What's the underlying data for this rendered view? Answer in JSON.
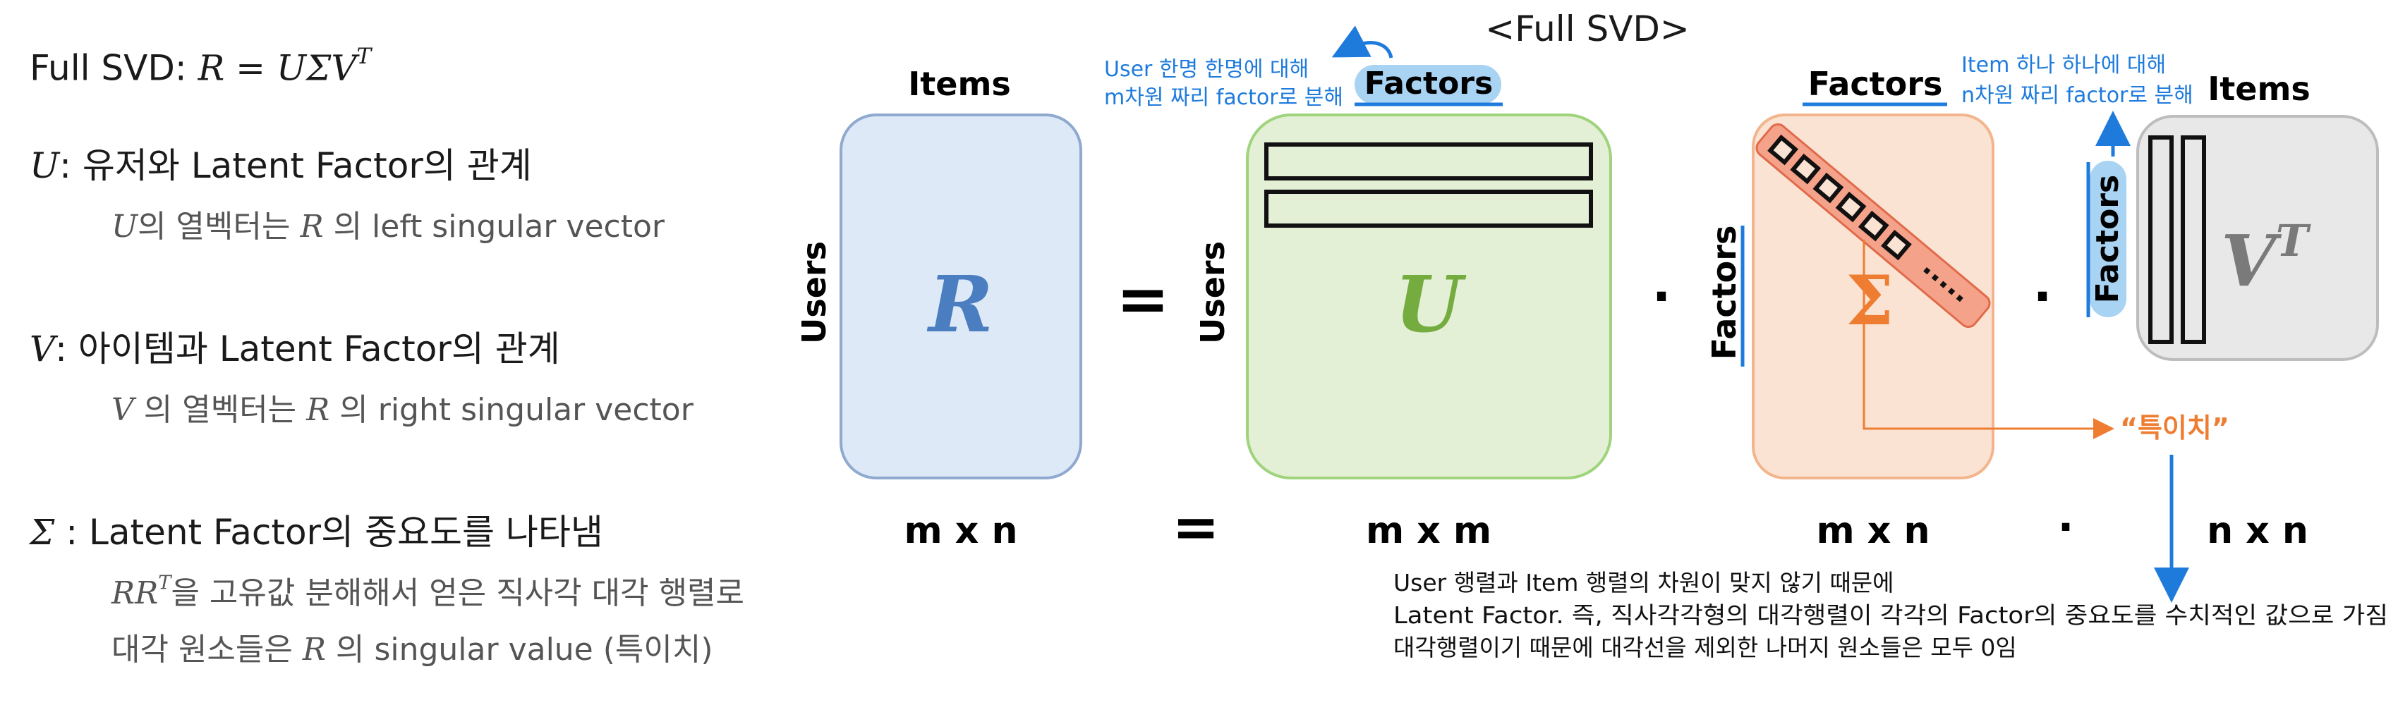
{
  "left": {
    "full_svd_prefix": "Full SVD: ",
    "full_svd_formula": "R = UΣV",
    "full_svd_sup": "T",
    "u_symbol": "U",
    "u_title": ": 유저와 Latent Factor의 관계",
    "u_desc_symbol": "U",
    "u_desc_mid": "의 열벡터는 ",
    "u_desc_r": "R",
    "u_desc_end": " 의 left singular vector",
    "v_symbol": "V",
    "v_title": ": 아이템과 Latent Factor의 관계",
    "v_desc_symbol": "V",
    "v_desc_mid": " 의 열벡터는 ",
    "v_desc_r": "R",
    "v_desc_end": " 의 right singular vector",
    "sigma_symbol": "Σ",
    "sigma_title": " : Latent Factor의 중요도를 나타냄",
    "sigma_desc1_math": "RR",
    "sigma_desc1_sup": "T",
    "sigma_desc1_text": "을 고유값 분해해서 얻은 직사각 대각 행렬로",
    "sigma_desc2_prefix": "대각 원소들은 ",
    "sigma_desc2_r": "R",
    "sigma_desc2_end": " 의 singular value (특이치)"
  },
  "diagram": {
    "title": "<Full SVD>",
    "r": {
      "label_top": "Items",
      "label_side": "Users",
      "symbol": "R",
      "dim": "m x n"
    },
    "u": {
      "label_top": "Factors",
      "label_side": "Users",
      "symbol": "U",
      "dim": "m x m"
    },
    "sigma": {
      "label_top": "Factors",
      "label_side": "Factors",
      "symbol": "Σ",
      "dim": "m x n"
    },
    "vt": {
      "label_top": "Items",
      "label_side": "Factors",
      "symbol": "V",
      "symbol_sup": "T",
      "dim": "n x n"
    },
    "equals": "=",
    "dot": "·",
    "diag_dots": "·····",
    "singular_label": "“특이치”",
    "note_u_line1": "User 한명 한명에 대해",
    "note_u_line2": "m차원 짜리 factor로 분해",
    "note_v_line1": "Item 하나 하나에 대해",
    "note_v_line2": "n차원 짜리 factor로 분해",
    "bottom_note_line1": "User 행렬과 Item 행렬의 차원이 맞지 않기 때문에",
    "bottom_note_line2": "Latent Factor. 즉, 직사각각형의 대각행렬이 각각의 Factor의 중요도를 수치적인 값으로 가짐",
    "bottom_note_line3": "대각행렬이기 때문에 대각선을 제외한 나머지 원소들은 모두 0임"
  },
  "colors": {
    "r_fill": "#dde9f7",
    "r_stroke": "#8fa9cf",
    "r_symbol": "#4a7ec0",
    "u_fill": "#e3f0d6",
    "u_stroke": "#9fd37c",
    "u_symbol": "#74ac3f",
    "sigma_fill": "#fbe3d3",
    "sigma_stroke": "#f2b58d",
    "sigma_symbol": "#ee7d32",
    "diag_fill": "#f5a28a",
    "diag_stroke": "#e06a4a",
    "vt_fill": "#e8e8e8",
    "vt_stroke": "#bdbdbd",
    "vt_symbol": "#7a7a7a",
    "factors_highlight": "#a9d3f3",
    "blue": "#1e7bdc",
    "orange": "#ee7d32"
  }
}
